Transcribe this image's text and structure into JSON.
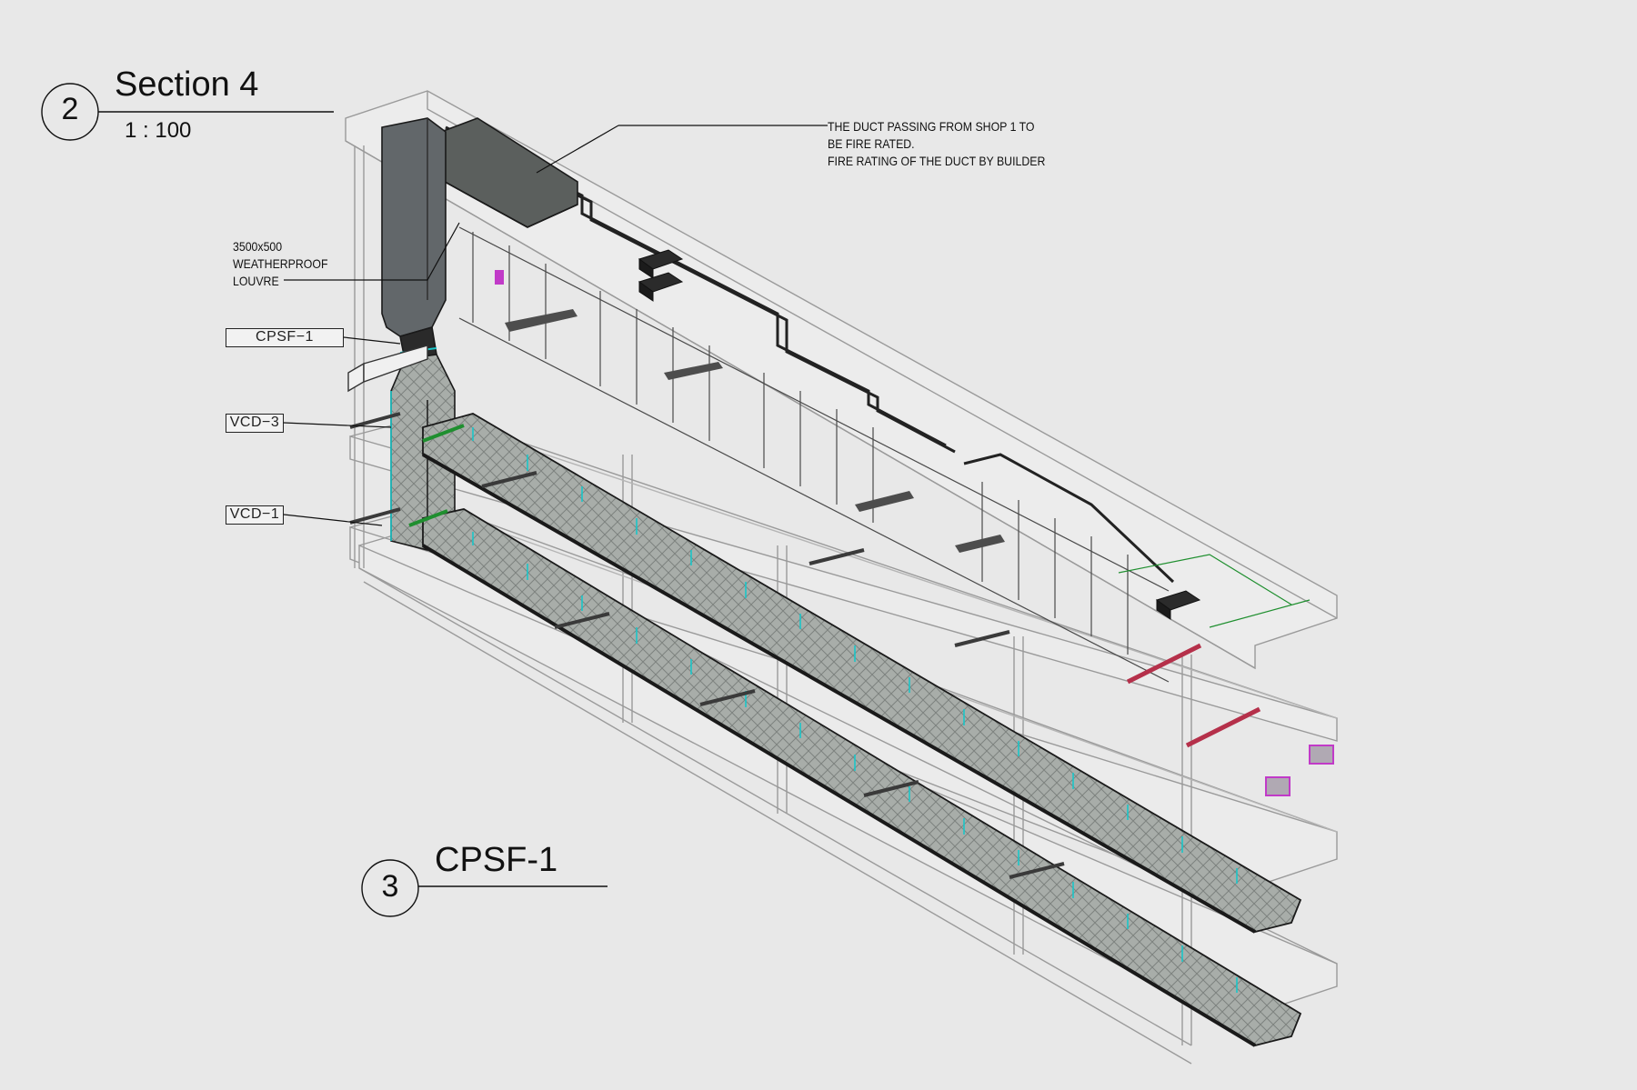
{
  "views": [
    {
      "number": "2",
      "title": "Section 4",
      "scale": "1 : 100"
    },
    {
      "number": "3",
      "title": "CPSF-1"
    }
  ],
  "notes": {
    "duct_fire": [
      "THE DUCT PASSING FROM SHOP 1 TO",
      "BE FIRE RATED.",
      "FIRE RATING OF THE DUCT BY BUILDER"
    ],
    "louvre": [
      "3500x500",
      "WEATHERPROOF",
      "LOUVRE"
    ]
  },
  "tags": {
    "cpsf": "CPSF−1",
    "vcd3": "VCD−3",
    "vcd1": "VCD−1"
  },
  "colors": {
    "background": "#e8e8e8",
    "line": "#2a2a2a",
    "structure": "#9a9a9a",
    "duct_fill": "#a9aeaa",
    "duct_edge": "#1a1a1a",
    "duct_seam": "#19c6c9",
    "riser": "#5e6260",
    "equipment": "#2b2b2b",
    "magenta_box": "#c13ac8",
    "red_pipe": "#b5304a",
    "green_line": "#1f8f2f"
  }
}
